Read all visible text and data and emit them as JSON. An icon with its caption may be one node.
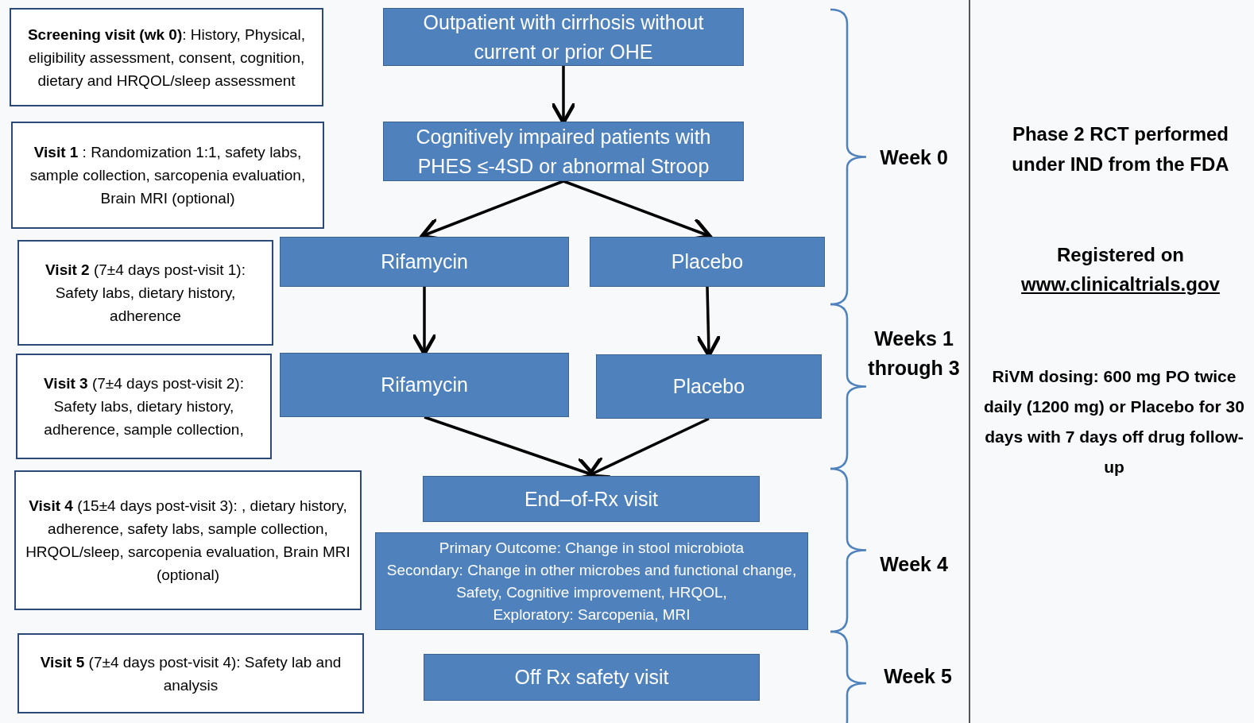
{
  "diagram": {
    "nodes": [
      {
        "text": [
          "**Screening visit (wk 0)**: History, Physical, eligibility assessment, consent, cognition, dietary and HRQOL/sleep assessment"
        ]
      },
      {
        "text": [
          "**Visit 1** : Randomization 1:1, safety labs, sample collection, sarcopenia evaluation, Brain MRI (optional)"
        ]
      },
      {
        "text": [
          "**Visit 2** (7±4 days post-visit 1): Safety labs, dietary history, adherence"
        ]
      },
      {
        "text": [
          "**Visit 3** (7±4 days post-visit 2): Safety labs, dietary history, adherence, sample collection,"
        ]
      },
      {
        "text": [
          "**Visit 4** (15±4 days post-visit 3): , dietary history, adherence, safety labs, sample collection, HRQOL/sleep, sarcopenia evaluation, Brain MRI (optional)"
        ]
      },
      {
        "text": [
          "**Visit 5** (7±4 days post-visit 4): Safety lab and analysis"
        ]
      },
      {
        "text": [
          "Outpatient with cirrhosis without current or prior OHE"
        ]
      },
      {
        "text": [
          "Cognitively impaired patients with PHES ≤-4SD or abnormal Stroop"
        ]
      },
      {
        "text": [
          "Rifamycin"
        ]
      },
      {
        "text": [
          "Placebo"
        ]
      },
      {
        "text": [
          "Rifamycin"
        ]
      },
      {
        "text": [
          "Placebo"
        ]
      },
      {
        "text": [
          "End–of-Rx visit"
        ]
      },
      {
        "text": [
          "Primary Outcome: Change in stool microbiota",
          "Secondary: Change in other microbes and functional change, Safety, Cognitive improvement, HRQOL,",
          "Exploratory: Sarcopenia, MRI"
        ]
      },
      {
        "text": [
          "Off Rx safety visit"
        ]
      }
    ],
    "edges": [
      {
        "from": 6,
        "to": 7,
        "arrow": "to"
      },
      {
        "from": 7,
        "to": 8,
        "arrow": "to"
      },
      {
        "from": 7,
        "to": 9,
        "arrow": "to"
      },
      {
        "from": 8,
        "to": 10,
        "arrow": "to"
      },
      {
        "from": 9,
        "to": 11,
        "arrow": "to"
      },
      {
        "from": 10,
        "to": 12,
        "arrow": "to"
      },
      {
        "from": 11,
        "to": 12,
        "arrow": "to"
      }
    ],
    "labels": [
      "Week 0",
      "Weeks 1 through 3",
      "Week 4",
      "Week 5",
      "Phase 2 RCT performed under IND from the FDA",
      "Registered on",
      "www.clinicaltrials.gov",
      "**RiVM dosing**: 600 mg PO twice daily (1200 mg) or Placebo for 30 days with 7 days off drug follow-up"
    ]
  }
}
